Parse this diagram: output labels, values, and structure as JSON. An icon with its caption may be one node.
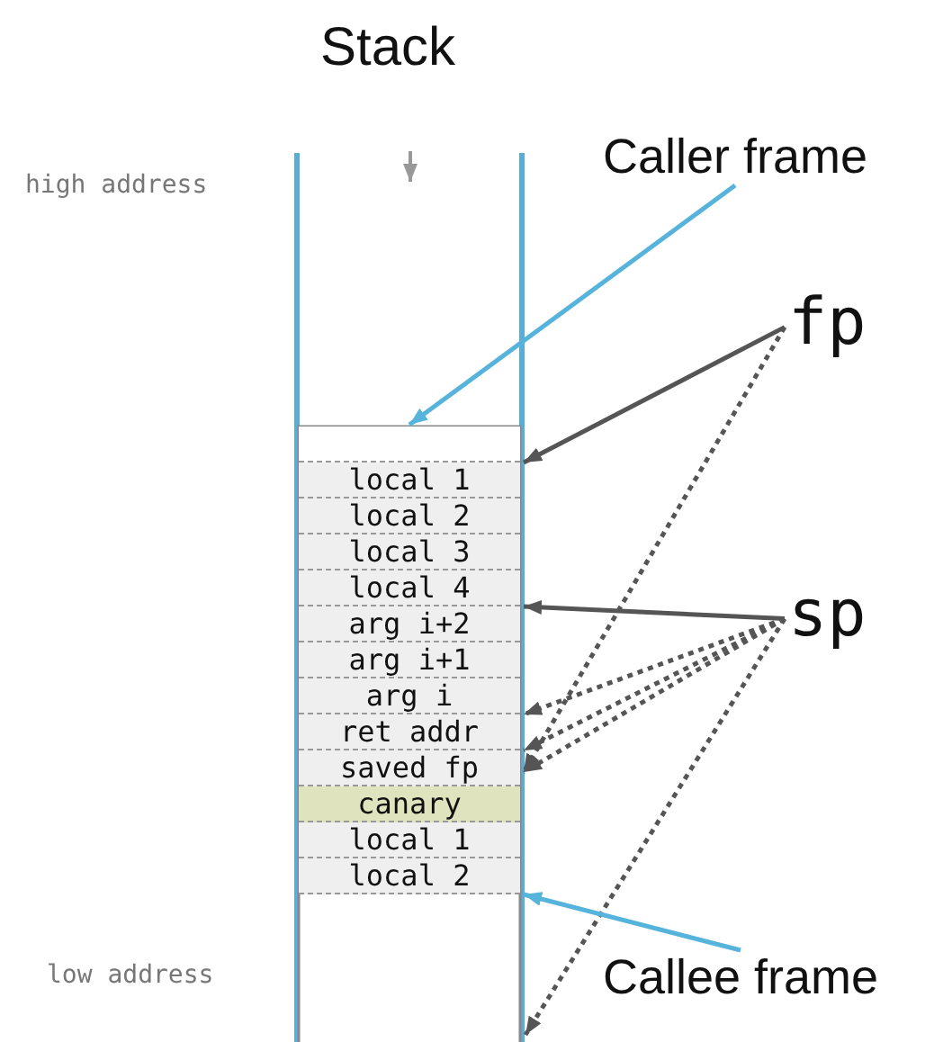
{
  "diagram": {
    "nodes": [
      {
        "text": [
          "Caller frame"
        ]
      },
      {
        "text": [
          "fp"
        ]
      },
      {
        "text": [
          "sp"
        ]
      },
      {
        "text": [
          "Callee frame"
        ]
      },
      {
        "text": [],
        "shape": "box"
      },
      {
        "text": [
          "local 1"
        ]
      },
      {
        "text": [
          "local 2"
        ]
      },
      {
        "text": [
          "local 3"
        ]
      },
      {
        "text": [
          "local 4"
        ]
      },
      {
        "text": [
          "arg i+2"
        ]
      },
      {
        "text": [
          "arg i+1"
        ]
      },
      {
        "text": [
          "arg i"
        ]
      },
      {
        "text": [
          "ret addr"
        ]
      },
      {
        "text": [
          "saved fp"
        ]
      },
      {
        "text": [
          "canary"
        ]
      },
      {
        "text": [
          "local 1"
        ]
      },
      {
        "text": [
          "local 2"
        ]
      }
    ],
    "edges": [
      {
        "from": 0,
        "to": 4,
        "arrow": "to",
        "color": "#56b4dc"
      },
      {
        "from": 1,
        "to": 5,
        "arrow": "to"
      },
      {
        "from": 1,
        "to": 13,
        "arrow": "to",
        "style": "dashed"
      },
      {
        "from": 2,
        "to": 9,
        "arrow": "to"
      },
      {
        "from": 2,
        "to": 11,
        "arrow": "to",
        "style": "dashed"
      },
      {
        "from": 2,
        "to": 12,
        "arrow": "to",
        "style": "dashed"
      },
      {
        "from": 2,
        "to": 13,
        "arrow": "to",
        "style": "dashed"
      },
      {
        "from": 2,
        "to": null,
        "arrow": "to",
        "style": "dashed"
      },
      {
        "from": 3,
        "to": 16,
        "arrow": "to",
        "color": "#56b4dc"
      }
    ],
    "title": "Stack",
    "labels": [
      "high address",
      "low address"
    ]
  }
}
